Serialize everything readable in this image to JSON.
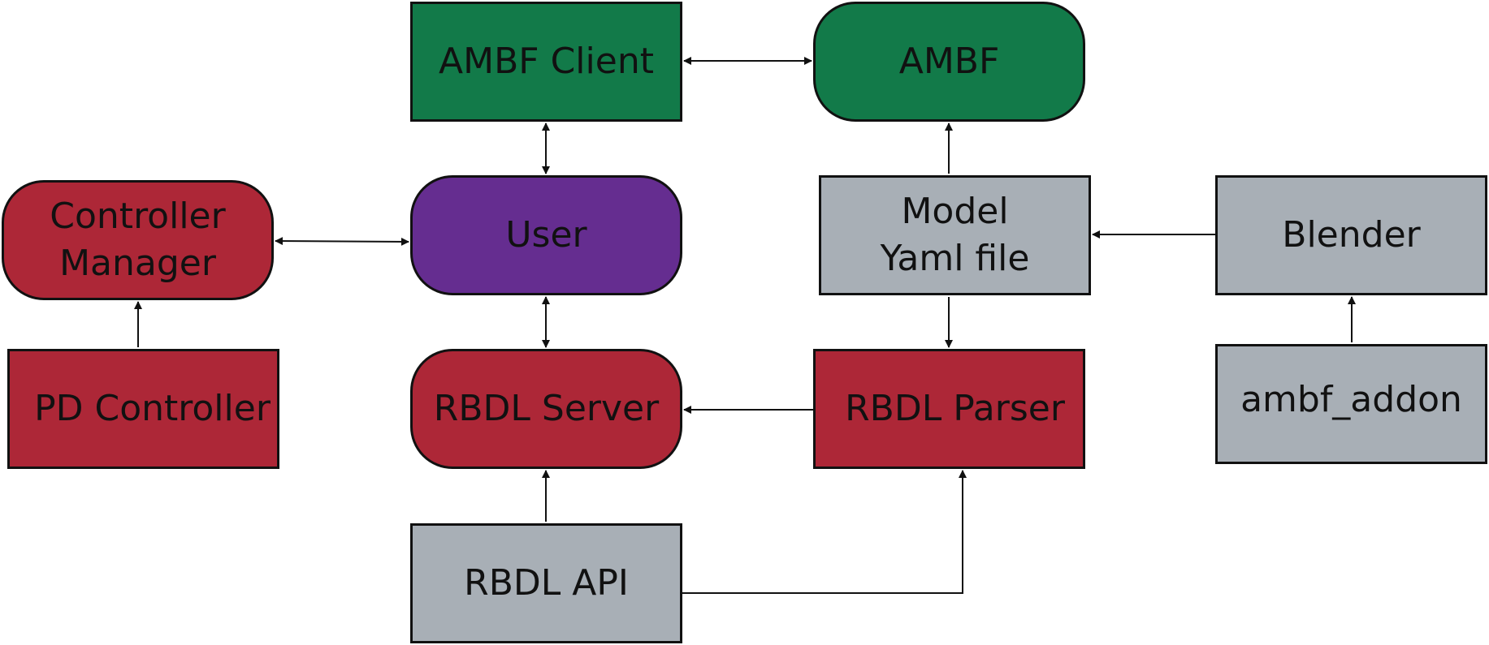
{
  "nodes": {
    "ambf_client": "AMBF Client",
    "ambf": "AMBF",
    "controller_manager": "Controller\nManager",
    "user": "User",
    "model_yaml": "Model\nYaml file",
    "blender": "Blender",
    "pd_controller": "PD Controller",
    "rbdl_server": "RBDL Server",
    "rbdl_parser": "RBDL Parser",
    "ambf_addon": "ambf_addon",
    "rbdl_api": "RBDL API"
  },
  "colors": {
    "green": "#127a49",
    "red": "#ad2737",
    "purple": "#652d90",
    "gray": "#a8afb6",
    "stroke": "#111111"
  },
  "edges": [
    {
      "from": "AMBF Client",
      "to": "AMBF",
      "direction": "both"
    },
    {
      "from": "AMBF Client",
      "to": "User",
      "direction": "both"
    },
    {
      "from": "Controller Manager",
      "to": "User",
      "direction": "both"
    },
    {
      "from": "User",
      "to": "RBDL Server",
      "direction": "both"
    },
    {
      "from": "Model Yaml file",
      "to": "AMBF",
      "direction": "forward"
    },
    {
      "from": "Blender",
      "to": "Model Yaml file",
      "direction": "forward"
    },
    {
      "from": "ambf_addon",
      "to": "Blender",
      "direction": "forward"
    },
    {
      "from": "PD Controller",
      "to": "Controller Manager",
      "direction": "forward"
    },
    {
      "from": "Model Yaml file",
      "to": "RBDL Parser",
      "direction": "forward"
    },
    {
      "from": "RBDL Parser",
      "to": "RBDL Server",
      "direction": "forward"
    },
    {
      "from": "RBDL API",
      "to": "RBDL Server",
      "direction": "forward"
    },
    {
      "from": "RBDL API",
      "to": "RBDL Parser",
      "direction": "forward"
    }
  ]
}
